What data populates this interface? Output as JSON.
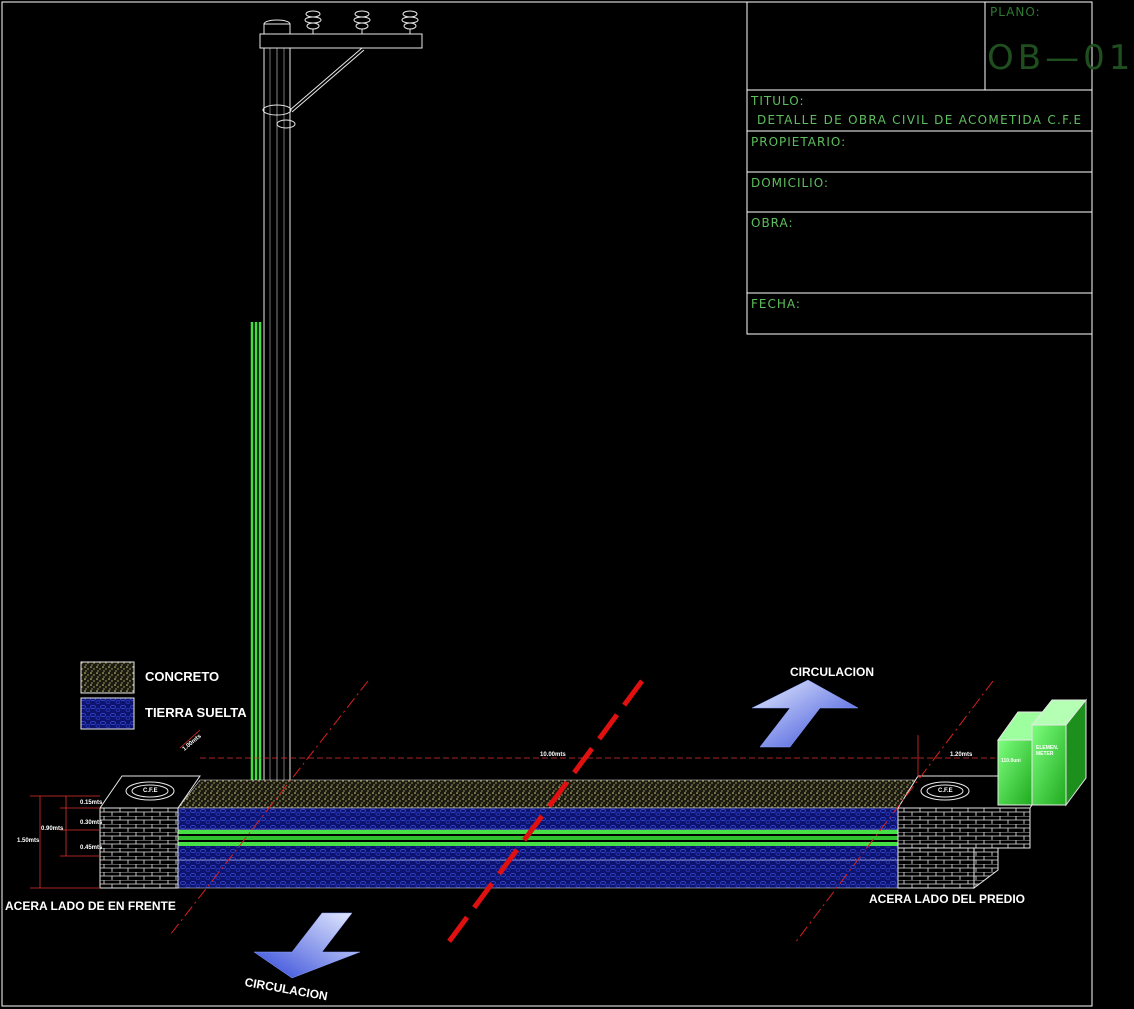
{
  "colors": {
    "background": "#000000",
    "frame": "#ffffff",
    "title_text": "#6ecf6e",
    "title_big": "#2f6f2f",
    "concrete": "#c9c27a",
    "soil": "#1f2a9a",
    "conduit": "#46e046",
    "cut_line": "#e01515",
    "dim_line": "#e03030",
    "arrow": "#5a78e8",
    "label": "#ffffff"
  },
  "title_block": {
    "plano_label": "PLANO:",
    "plano_number": "OB—01",
    "titulo_label": "TITULO:",
    "titulo_value": "DETALLE DE OBRA CIVIL DE ACOMETIDA C.F.E",
    "propietario_label": "PROPIETARIO:",
    "domicilio_label": "DOMICILIO:",
    "obra_label": "OBRA:",
    "fecha_label": "FECHA:"
  },
  "legend": [
    {
      "label": "CONCRETO",
      "swatch": "concrete-hatch"
    },
    {
      "label": "TIERRA SUELTA",
      "swatch": "soil-hatch"
    }
  ],
  "drawing": {
    "circulacion_top": "CIRCULACION",
    "circulacion_bottom": "CIRCULACION",
    "acera_left": "ACERA LADO DE EN FRENTE",
    "acera_right": "ACERA LADO DEL PREDIO",
    "dim_main": "10.00mts",
    "dim_right": "1.20mts",
    "dim_left_diag": "1.00mts",
    "dim_total_height": "1.50mts",
    "dim_mid_height": "0.90mts",
    "dim_h1": "0.15mts",
    "dim_h2": "0.30mts",
    "dim_h3": "0.45mts",
    "registro_left": "C.F.E",
    "registro_right": "C.F.E",
    "meter_label_1": "110.0uni",
    "meter_label_2": "ELEMEN. METER"
  }
}
